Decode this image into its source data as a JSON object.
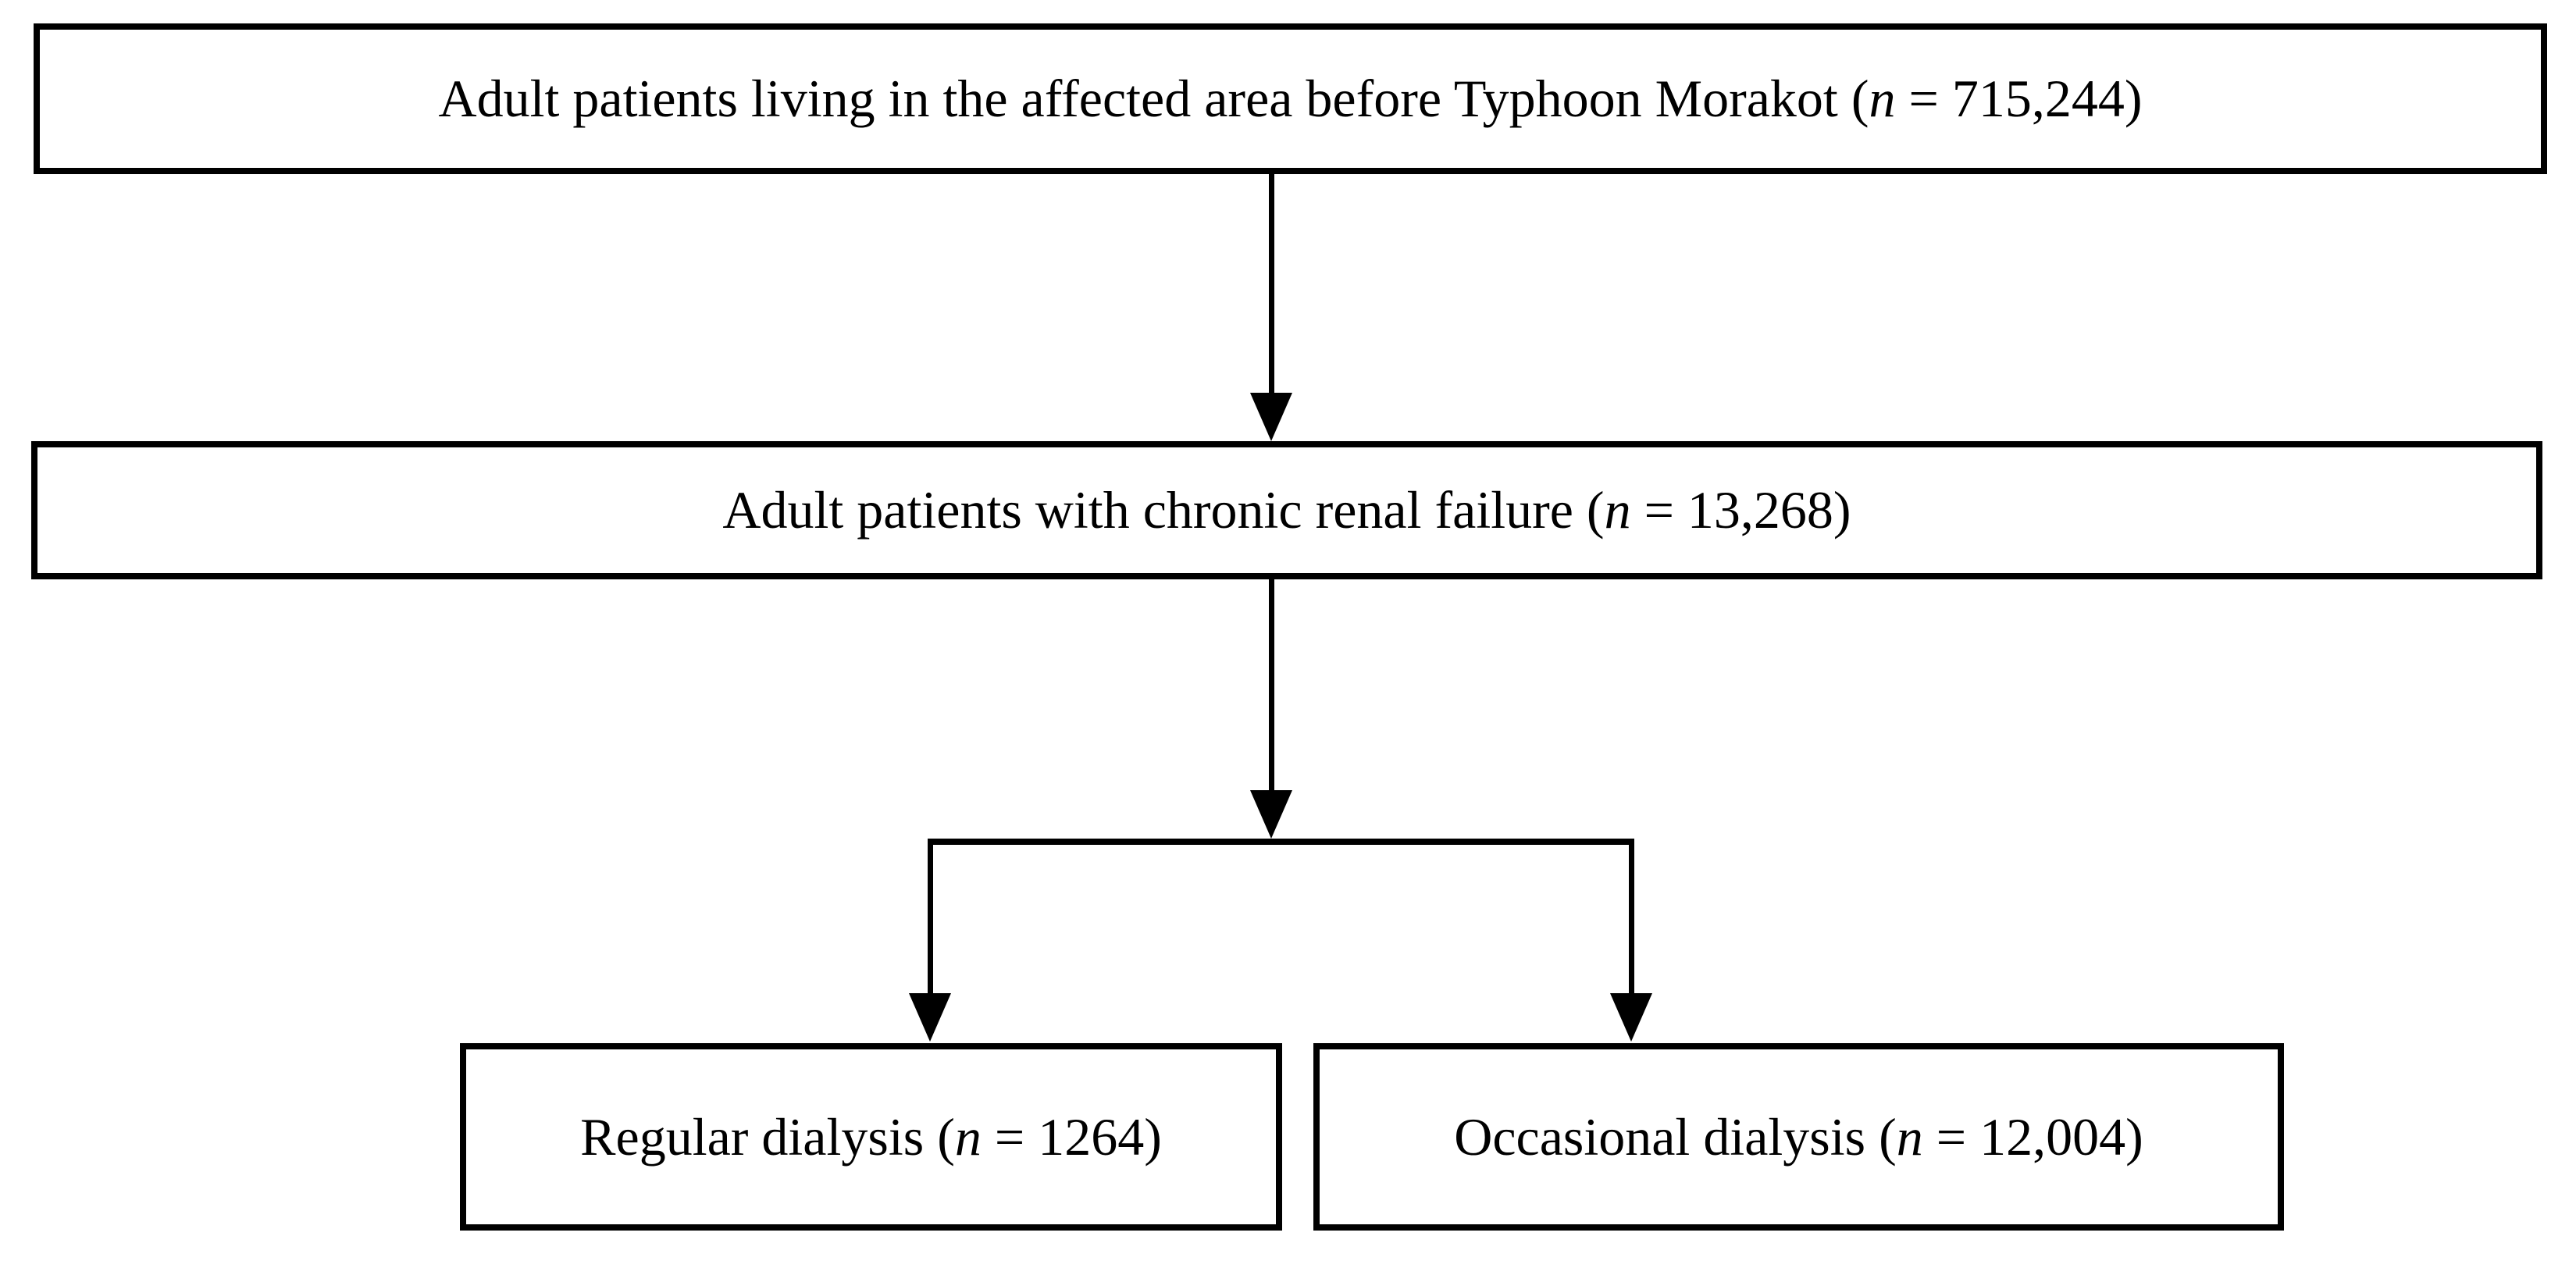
{
  "colors": {
    "line": "#000000",
    "text": "#000000",
    "background": "#ffffff"
  },
  "flow": {
    "boxes": [
      {
        "id": "population",
        "text_before": "Adult patients living in the affected area before Typhoon Morakot (",
        "n_symbol": "n",
        "text_after": " = 715,244)"
      },
      {
        "id": "chronic-renal-failure",
        "text_before": "Adult patients with chronic renal failure (",
        "n_symbol": "n",
        "text_after": " = 13,268)"
      },
      {
        "id": "regular-dialysis",
        "text_before": "Regular dialysis (",
        "n_symbol": "n",
        "text_after": " = 1264)"
      },
      {
        "id": "occasional-dialysis",
        "text_before": "Occasional dialysis (",
        "n_symbol": "n",
        "text_after": " = 12,004)"
      }
    ],
    "edges": [
      {
        "from": "population",
        "to": "chronic-renal-failure"
      },
      {
        "from": "chronic-renal-failure",
        "to": "regular-dialysis"
      },
      {
        "from": "chronic-renal-failure",
        "to": "occasional-dialysis"
      }
    ]
  }
}
